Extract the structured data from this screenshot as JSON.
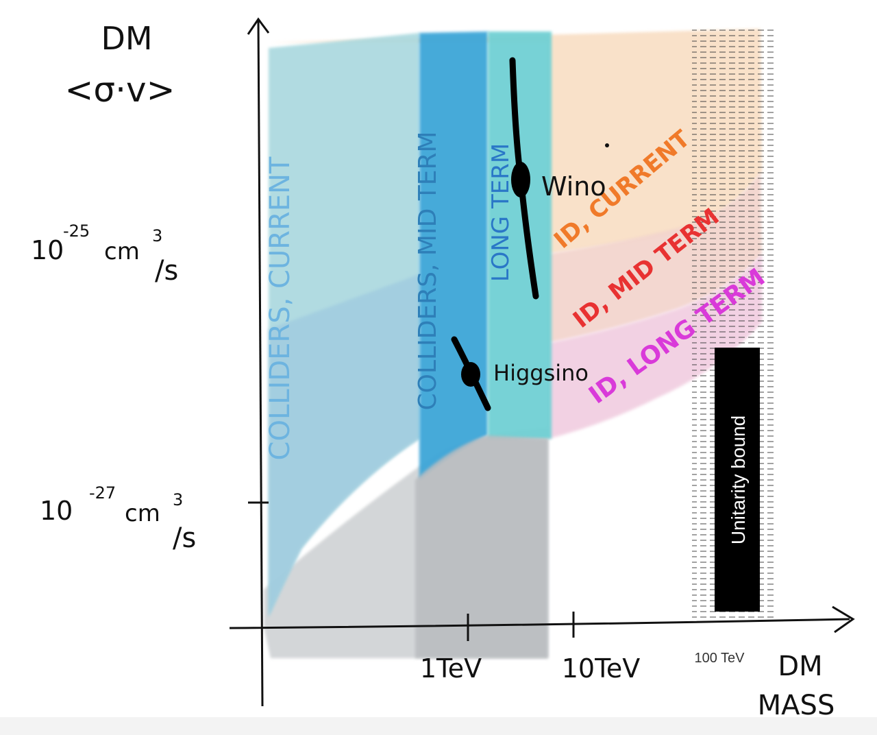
{
  "axes": {
    "y_title_line1": "DM",
    "y_title_line2": "<σ·v>",
    "y_tick_upper_base": "10",
    "y_tick_upper_exp": "-25",
    "y_tick_upper_unit": "cm",
    "y_tick_upper_unit_exp": "3",
    "y_tick_upper_per": "/s",
    "y_tick_lower_base": "10",
    "y_tick_lower_exp": "-27",
    "y_tick_lower_unit": "cm",
    "y_tick_lower_unit_exp": "3",
    "y_tick_lower_per": "/s",
    "x_tick_1": "1TeV",
    "x_tick_2": "10TeV",
    "x_tick_3": "100 TeV",
    "x_title_line1": "DM",
    "x_title_line2": "MASS"
  },
  "regions": {
    "colliders_current": "COLLIDERS, CURRENT",
    "colliders_mid": "COLLIDERS, MID TERM",
    "long_term": "LONG TERM",
    "id_current": "ID, CURRENT",
    "id_mid": "ID, MID TERM",
    "id_long": "ID, LONG TERM"
  },
  "points": {
    "wino": "Wino",
    "higgsino": "Higgsino"
  },
  "unitarity": {
    "label": "Unitarity bound"
  },
  "colors": {
    "colliders_current": "#a9d9dd",
    "colliders_mid": "#3aa6d6",
    "long_term": "#6fd3d6",
    "id_current_text": "#f07a2a",
    "id_mid_text": "#e63a3a",
    "id_long_text": "#d93ad9",
    "id_current_fill": "#f8d6b8",
    "id_mid_fill": "#f2cfc6",
    "id_long_fill": "#f0c8e0",
    "grey": "#c9cccf",
    "unitarity_box": "#000000"
  }
}
